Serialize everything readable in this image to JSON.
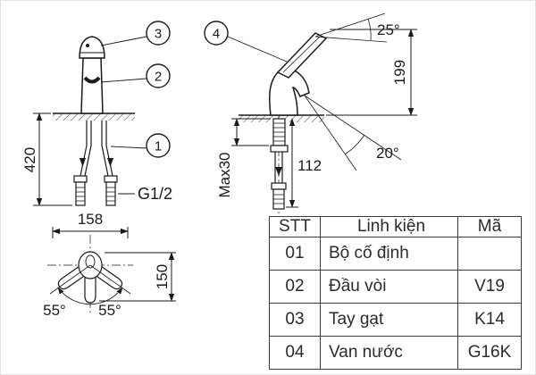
{
  "drawing": {
    "callout_1": "1",
    "callout_2": "2",
    "callout_3": "3",
    "callout_4": "4",
    "dim_height_below": "420",
    "dim_thread": "G1/2",
    "dim_width": "158",
    "dim_handle": "150",
    "dim_swing_left": "55°",
    "dim_swing_right": "55°",
    "dim_handle_angle": "25°",
    "dim_height_above": "199",
    "dim_max_mount": "Max30",
    "dim_spout": "112",
    "dim_spout_angle": "20°"
  },
  "table": {
    "headers": {
      "stt": "STT",
      "part": "Linh kiện",
      "code": "Mã"
    },
    "rows": [
      {
        "stt": "01",
        "part": "Bộ cố định",
        "code": ""
      },
      {
        "stt": "02",
        "part": "Đầu vòi",
        "code": "V19"
      },
      {
        "stt": "03",
        "part": "Tay gạt",
        "code": "K14"
      },
      {
        "stt": "04",
        "part": "Van nước",
        "code": "G16K"
      }
    ]
  }
}
